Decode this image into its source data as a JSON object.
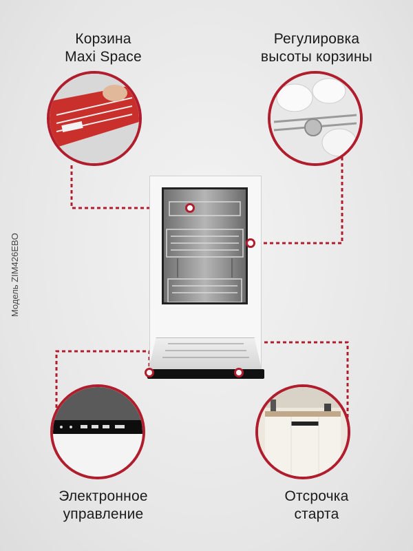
{
  "features": {
    "top_left": {
      "line1": "Корзина",
      "line2": "Maxi Space"
    },
    "top_right": {
      "line1": "Регулировка",
      "line2": "высоты корзины"
    },
    "bottom_left": {
      "line1": "Электронное",
      "line2": "управление"
    },
    "bottom_right": {
      "line1": "Отсрочка",
      "line2": "старта"
    }
  },
  "model_label": "Модель ZIM426EBO",
  "colors": {
    "accent": "#b01e2e",
    "background": "#e9e9e9",
    "text": "#1a1a1a"
  }
}
